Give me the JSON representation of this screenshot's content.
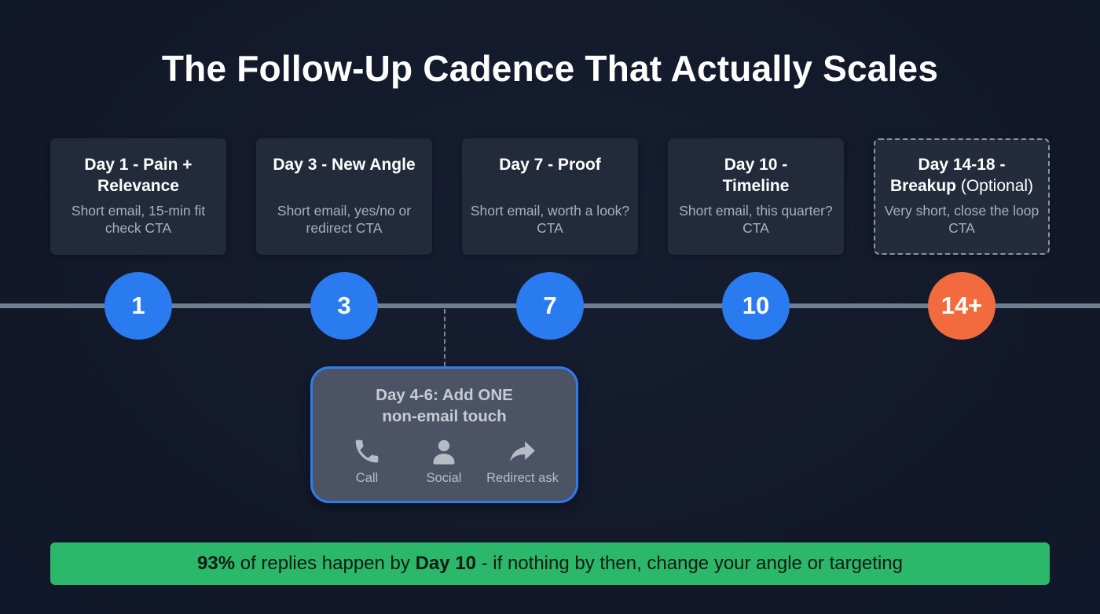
{
  "title": "The Follow-Up Cadence That Actually Scales",
  "colors": {
    "background": "#131a2c",
    "card": "#232b3b",
    "timeline": "#6f7e91",
    "step_blue": "#2b7bf0",
    "step_orange": "#f26b3f",
    "callout_fill": "#4b5365",
    "callout_border": "#2f7cf0",
    "banner": "#2cb86a"
  },
  "steps": [
    {
      "title": "Day 1 - Pain + Relevance",
      "desc": "Short email, 15-min fit check CTA",
      "marker": "1",
      "color": "blue"
    },
    {
      "title": "Day 3 - New Angle",
      "desc": "Short email, yes/no or redirect CTA",
      "marker": "3",
      "color": "blue"
    },
    {
      "title": "Day 7 - Proof",
      "desc": "Short email, worth a look? CTA",
      "marker": "7",
      "color": "blue"
    },
    {
      "title": "Day 10 - Timeline",
      "desc": "Short email, this quarter? CTA",
      "marker": "10",
      "color": "blue"
    },
    {
      "title": "Day 14-18 - Breakup",
      "title_suffix": "(Optional)",
      "desc": "Very short, close the loop CTA",
      "marker": "14+",
      "color": "orange",
      "optional": true
    }
  ],
  "callout": {
    "title_line1": "Day 4-6: Add ONE",
    "title_line2": "non-email touch",
    "options": [
      {
        "label": "Call",
        "icon": "phone-icon"
      },
      {
        "label": "Social",
        "icon": "person-icon"
      },
      {
        "label": "Redirect ask",
        "icon": "forward-arrow-icon"
      }
    ]
  },
  "banner": {
    "stat": "93%",
    "text1": " of replies happen by ",
    "emph": "Day 10",
    "text2": " - if nothing by then, change your angle or targeting"
  }
}
